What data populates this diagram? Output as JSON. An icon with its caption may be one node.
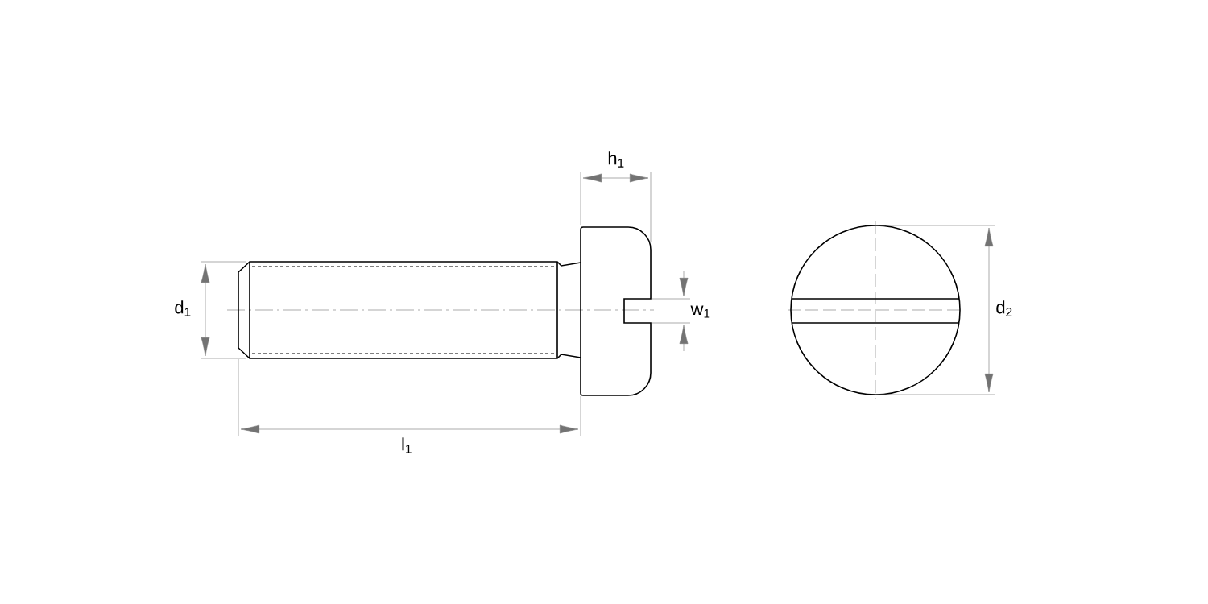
{
  "diagram": {
    "labels": [
      "d$_{1}$",
      "h$_{1}$",
      "w$_{1}$",
      "l$_{1}$",
      "d$_{2}$"
    ]
  }
}
